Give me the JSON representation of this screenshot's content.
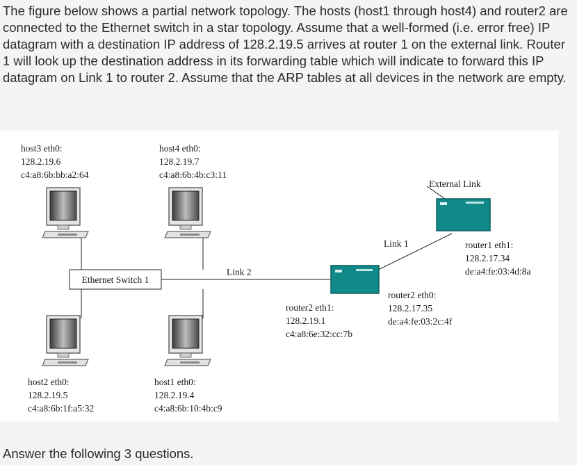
{
  "question": "The figure below shows a partial network topology. The hosts (host1 through host4) and router2 are connected to the Ethernet switch in a star topology. Assume that a well-formed (i.e. error free) IP datagram with a destination IP address of 128.2.19.5 arrives at router 1 on the external link. Router 1 will look up the destination address in its forwarding table which will indicate to forward this IP datagram on Link 1 to router 2. Assume that the ARP tables at all devices in the network are empty.",
  "diagram": {
    "hosts": {
      "host3": {
        "iface": "host3 eth0:",
        "ip": "128.2.19.6",
        "mac": "c4:a8:6b:bb:a2:64"
      },
      "host4": {
        "iface": "host4 eth0:",
        "ip": "128.2.19.7",
        "mac": "c4:a8:6b:4b:c3:11"
      },
      "host2": {
        "iface": "host2 eth0:",
        "ip": "128.2.19.5",
        "mac": "c4:a8:6b:1f:a5:32"
      },
      "host1": {
        "iface": "host1 eth0:",
        "ip": "128.2.19.4",
        "mac": "c4:a8:6b:10:4b:c9"
      }
    },
    "switch_label": "Ethernet Switch 1",
    "link2_label": "Link 2",
    "link1_label": "Link 1",
    "external_link_label": "External Link",
    "router2_eth1": {
      "iface": "router2 eth1:",
      "ip": "128.2.19.1",
      "mac": "c4:a8:6e:32:cc:7b"
    },
    "router2_eth0": {
      "iface": "router2 eth0:",
      "ip": "128.2.17.35",
      "mac": "de:a4:fe:03:2c:4f"
    },
    "router1_eth1": {
      "iface": "router1 eth1:",
      "ip": "128.2.17.34",
      "mac": "de:a4:fe:03:4d:8a"
    },
    "colors": {
      "router": "#0f8a88",
      "router_border": "#0a5f5e",
      "line": "#222222"
    }
  },
  "answer_prompt": "Answer the following 3 questions."
}
